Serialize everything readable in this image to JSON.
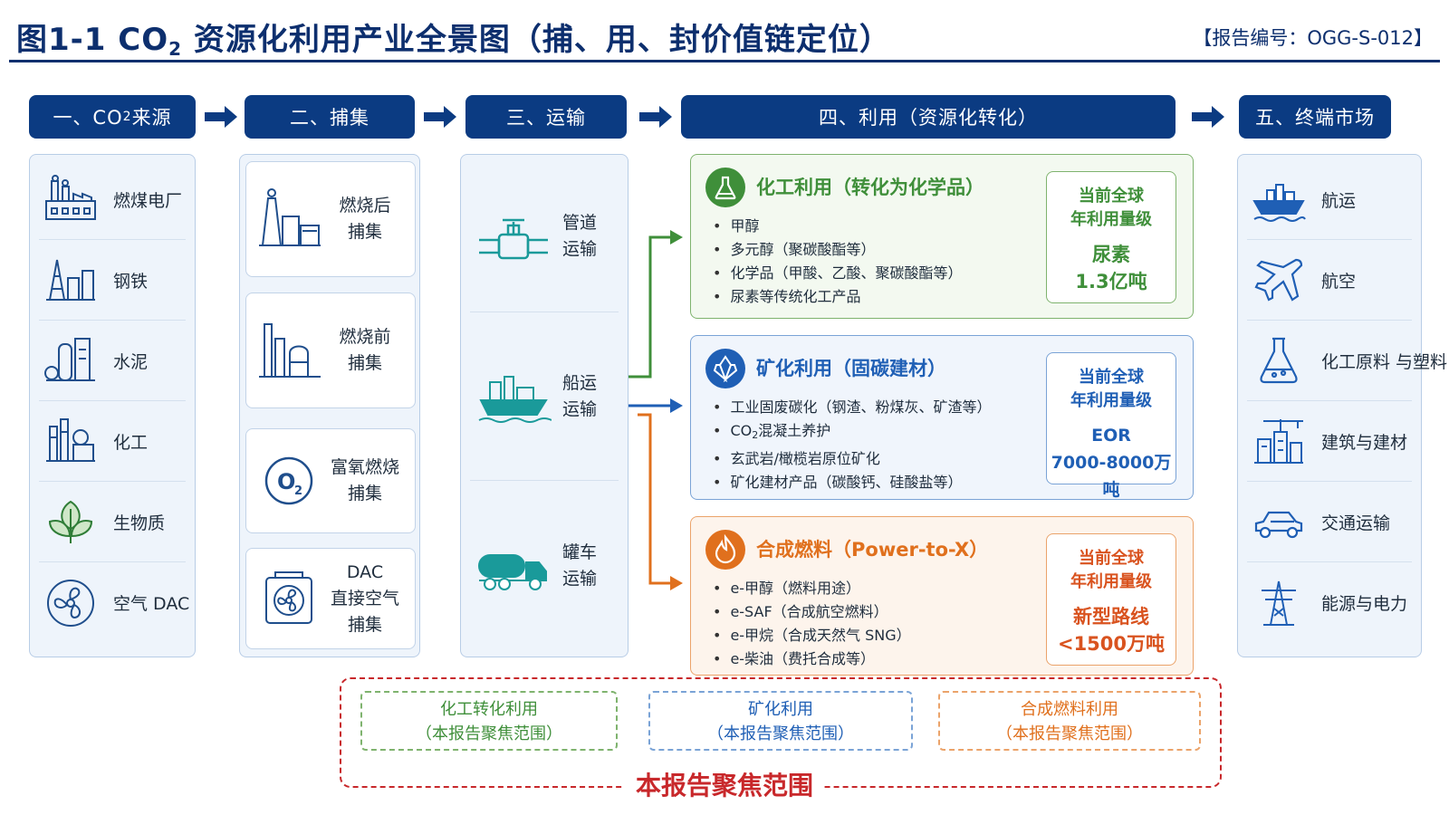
{
  "title": {
    "pre": "图1-1  CO",
    "sub": "2",
    "post": " 资源化利用产业全景图（捕、用、封价值链定位）"
  },
  "report_no": "【报告编号：OGG-S-012】",
  "headers": {
    "h1_pre": "一、CO",
    "h1_sub": "2",
    "h1_post": "来源",
    "h2": "二、捕集",
    "h3": "三、运输",
    "h4": "四、利用（资源化转化）",
    "h5": "五、终端市场"
  },
  "sources": [
    {
      "label": "燃煤电厂",
      "icon": "power-plant-icon"
    },
    {
      "label": "钢铁",
      "icon": "steel-mill-icon"
    },
    {
      "label": "水泥",
      "icon": "cement-plant-icon"
    },
    {
      "label": "化工",
      "icon": "chemical-plant-icon"
    },
    {
      "label": "生物质",
      "icon": "leaf-icon"
    },
    {
      "label": "空气 DAC",
      "icon": "fan-icon"
    }
  ],
  "capture": [
    {
      "label": "燃烧后\n捕集",
      "icon": "post-combustion-icon"
    },
    {
      "label": "燃烧前\n捕集",
      "icon": "pre-combustion-icon"
    },
    {
      "label": "富氧燃烧\n捕集",
      "icon": "o2-icon",
      "o2_text": "O",
      "o2_sub": "2"
    },
    {
      "label": "DAC\n直接空气捕集",
      "icon": "dac-fan-icon"
    }
  ],
  "transport": [
    {
      "label": "管道\n运输",
      "icon": "pipeline-icon"
    },
    {
      "label": "船运\n运输",
      "icon": "ship-icon"
    },
    {
      "label": "罐车\n运输",
      "icon": "tanker-truck-icon"
    }
  ],
  "utilization": [
    {
      "title": "化工利用（转化为化学品）",
      "color": "#3f8f3a",
      "icon": "flask-icon",
      "items": [
        "甲醇",
        "多元醇（聚碳酸酯等）",
        "化学品（甲酸、乙酸、聚碳酸酯等）",
        "尿素等传统化工产品"
      ],
      "scale_title": "当前全球\n年利用量级",
      "scale_value": "尿素\n1.3亿吨"
    },
    {
      "title": "矿化利用（固碳建材）",
      "color": "#1f5fb5",
      "icon": "crystal-icon",
      "items": [
        "工业固废碳化（钢渣、粉煤灰、矿渣等）",
        "玄武岩/橄榄岩原位矿化",
        "矿化建材产品（碳酸钙、硅酸盐等）"
      ],
      "item_co2_pre": "CO",
      "item_co2_sub": "2",
      "item_co2_post": "混凝土养护",
      "scale_title": "当前全球\n年利用量级",
      "scale_value": "EOR\n7000-8000万吨"
    },
    {
      "title": "合成燃料（Power-to-X）",
      "color": "#e0701d",
      "icon": "flame-icon",
      "items": [
        "e-甲醇（燃料用途）",
        "e-SAF（合成航空燃料）",
        "e-甲烷（合成天然气 SNG）",
        "e-柴油（费托合成等）"
      ],
      "scale_title": "当前全球\n年利用量级",
      "scale_value": "新型路线\n<1500万吨"
    }
  ],
  "markets": [
    {
      "label": "航运",
      "icon": "cargo-ship-icon"
    },
    {
      "label": "航空",
      "icon": "airplane-icon"
    },
    {
      "label": "化工原料\n与塑料",
      "icon": "beaker-icon"
    },
    {
      "label": "建筑与建材",
      "icon": "building-crane-icon"
    },
    {
      "label": "交通运输",
      "icon": "car-icon"
    },
    {
      "label": "能源与电力",
      "icon": "power-tower-icon"
    }
  ],
  "focus": {
    "pills": [
      {
        "text": "化工转化利用\n（本报告聚焦范围）",
        "color": "#3f8f3a"
      },
      {
        "text": "矿化利用\n（本报告聚焦范围）",
        "color": "#1f5fb5"
      },
      {
        "text": "合成燃料利用\n（本报告聚焦范围）",
        "color": "#e0701d"
      }
    ],
    "label": "本报告聚焦范围"
  },
  "colors": {
    "navy": "#0b3b82",
    "green": "#3f8f3a",
    "blue": "#1f5fb5",
    "orange": "#e0701d",
    "red": "#c8282b"
  }
}
